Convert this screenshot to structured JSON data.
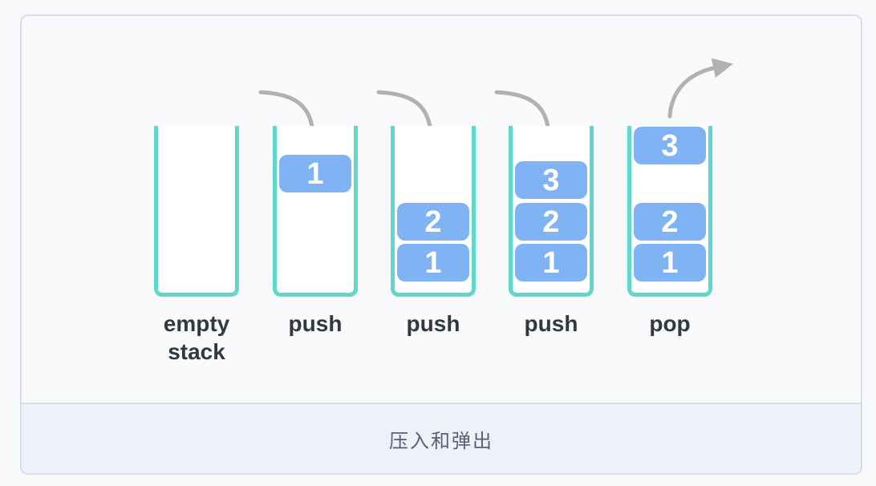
{
  "page": {
    "caption": "压入和弹出"
  },
  "diagram": {
    "type": "stack-push-pop-figure",
    "stacks": [
      {
        "label": "empty stack",
        "arrow": null,
        "blocks": []
      },
      {
        "label": "push",
        "arrow": "push",
        "blocks": [
          {
            "value": "1",
            "slot": "first"
          }
        ]
      },
      {
        "label": "push",
        "arrow": "push",
        "blocks": [
          {
            "value": "2",
            "slot": "mid"
          },
          {
            "value": "1",
            "slot": "bottom"
          }
        ]
      },
      {
        "label": "push",
        "arrow": "push",
        "blocks": [
          {
            "value": "3",
            "slot": "top"
          },
          {
            "value": "2",
            "slot": "mid"
          },
          {
            "value": "1",
            "slot": "bottom"
          }
        ]
      },
      {
        "label": "pop",
        "arrow": "pop",
        "blocks": [
          {
            "value": "3",
            "slot": "lifted"
          },
          {
            "value": "2",
            "slot": "mid"
          },
          {
            "value": "1",
            "slot": "bottom"
          }
        ]
      }
    ],
    "colors": {
      "page_bg": "#f7f8fa",
      "card_bg": "#f9fafb",
      "card_border": "#d8dde6",
      "caption_bg": "#eef1f9",
      "caption_text": "#5b5e78",
      "container_stroke": "#5fd8cb",
      "stack_interior": "#ffffff",
      "block_fill": "#7fb3f4",
      "block_text": "#ffffff",
      "arrow": "#b1b1b1",
      "label_text": "#34373c"
    }
  }
}
